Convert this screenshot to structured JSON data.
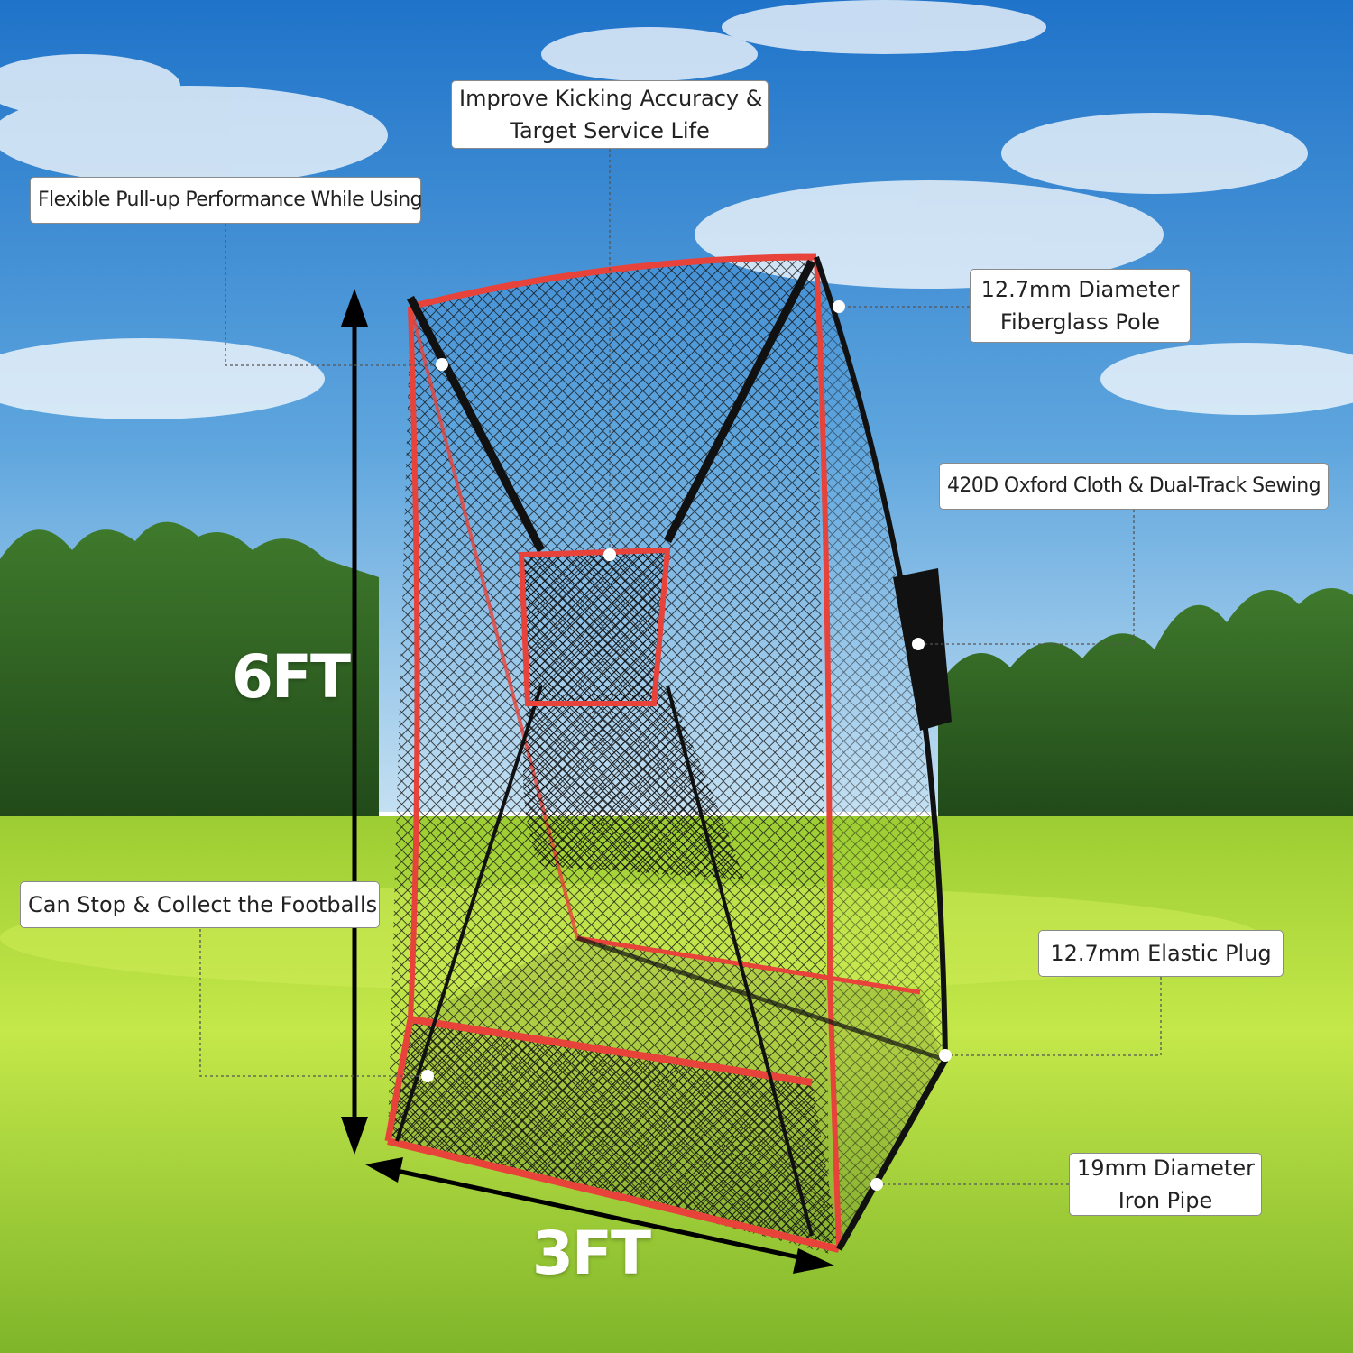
{
  "callouts": {
    "kicking_accuracy": {
      "line1": "Improve Kicking Accuracy &",
      "line2": "Target Service Life"
    },
    "pull_up": {
      "text": "Flexible Pull-up Performance While Using"
    },
    "fiberglass_pole": {
      "line1": "12.7mm Diameter",
      "line2": "Fiberglass Pole"
    },
    "oxford_cloth": {
      "text": "420D Oxford Cloth & Dual-Track Sewing"
    },
    "collect_footballs": {
      "text": "Can Stop & Collect the Footballs"
    },
    "elastic_plug": {
      "text": "12.7mm Elastic Plug"
    },
    "iron_pipe": {
      "line1": "19mm Diameter",
      "line2": "Iron Pipe"
    }
  },
  "dimensions": {
    "height_label": "6FT",
    "width_label": "3FT"
  },
  "colors": {
    "sky_top": "#1f73c9",
    "sky_bottom": "#bcdcf1",
    "trees": "#2d5e22",
    "grass": "#a7d63a",
    "net_border": "#e8433a",
    "net_mesh": "#141414"
  }
}
